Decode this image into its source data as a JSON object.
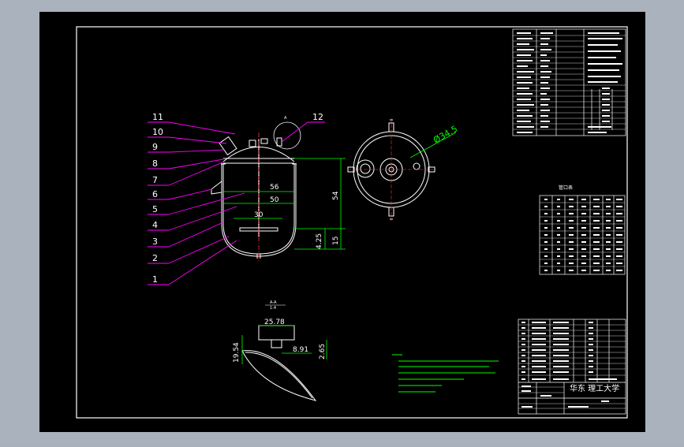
{
  "drawing": {
    "colors": {
      "frame_bg": "#aab2be",
      "sheet_bg": "#000000",
      "border": "#ffffff",
      "leader": "#ff00ff",
      "dimension": "#00ff00",
      "vessel": "#ffffff",
      "center_line": "#ff3333",
      "notes": "#00ff00"
    },
    "callouts": [
      "11",
      "10",
      "9",
      "8",
      "7",
      "6",
      "5",
      "4",
      "3",
      "2",
      "1",
      "12"
    ],
    "dimensions": {
      "d56": "56",
      "d50": "50",
      "d30": "30",
      "d54": "54",
      "d15": "15",
      "d425": "4.25",
      "diameter": "Ø34.5",
      "w2578": "25.78",
      "h1954": "19.54",
      "w891": "8.91",
      "h265": "2.65"
    },
    "section_label": "A-A",
    "section_scale": "1:4",
    "detail_marker": "A",
    "title_block": {
      "school": "华东 理工大学"
    },
    "nozzle_table_title": "管口表"
  }
}
